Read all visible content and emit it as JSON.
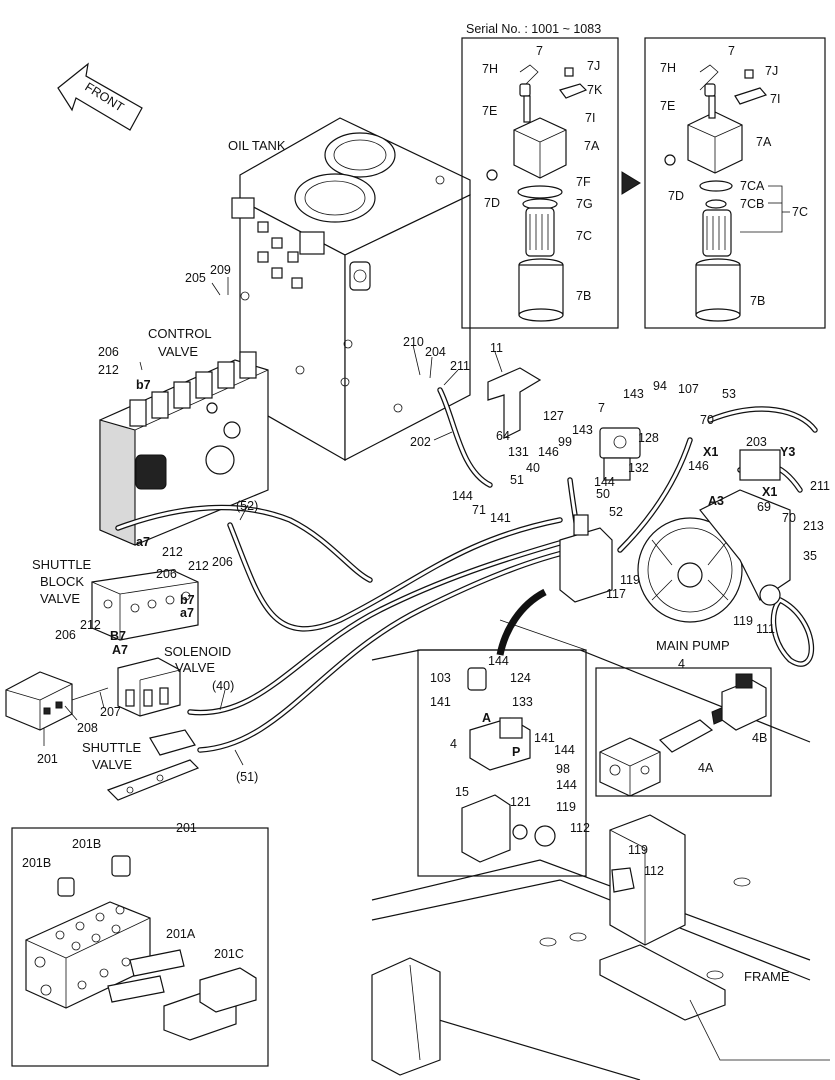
{
  "serial": "Serial No. : 1001 ~ 1083",
  "front_label": "FRONT",
  "oil_tank_label": "OIL TANK",
  "control_valve_label": [
    "CONTROL",
    "VALVE"
  ],
  "shuttle_block_label": [
    "SHUTTLE",
    "BLOCK",
    "VALVE"
  ],
  "solenoid_label": [
    "SOLENOID",
    "VALVE"
  ],
  "shuttle_valve_label": [
    "SHUTTLE",
    "VALVE"
  ],
  "main_pump_label": "MAIN PUMP",
  "frame_label": "FRAME",
  "box7a": {
    "title": "7",
    "parts": [
      "7H",
      "7J",
      "7K",
      "7E",
      "7I",
      "7A",
      "7D",
      "7F",
      "7G",
      "7C",
      "7B"
    ]
  },
  "box7b": {
    "title": "7",
    "parts": [
      "7H",
      "7J",
      "7E",
      "7I",
      "7A",
      "7D",
      "7CA",
      "7CB",
      "7C",
      "7B"
    ]
  },
  "box4": {
    "title": "4",
    "parts": [
      "4B",
      "4A"
    ]
  },
  "box201": {
    "title": "201",
    "parts": [
      "201B",
      "201B",
      "201A",
      "201C"
    ]
  },
  "callouts": [
    "205",
    "209",
    "206",
    "212",
    "b7",
    "210",
    "204",
    "211",
    "11",
    "143",
    "94",
    "107",
    "53",
    "7",
    "64",
    "127",
    "131",
    "146",
    "143",
    "128",
    "70",
    "203",
    "202",
    "99",
    "146",
    "X1",
    "Y3",
    "211",
    "40",
    "132",
    "A3",
    "X1",
    "69",
    "144",
    "51",
    "144",
    "50",
    "70",
    "213",
    "71",
    "141",
    "52",
    "35",
    "119",
    "117",
    "119",
    "111",
    "(52)",
    "a7",
    "212",
    "206",
    "212",
    "206",
    "b7",
    "a7",
    "212",
    "206",
    "B7",
    "A7",
    "207",
    "208",
    "201",
    "(40)",
    "(51)",
    "144",
    "103",
    "124",
    "141",
    "133",
    "A",
    "4",
    "141",
    "144",
    "P",
    "98",
    "144",
    "15",
    "121",
    "119",
    "112",
    "119",
    "112"
  ]
}
